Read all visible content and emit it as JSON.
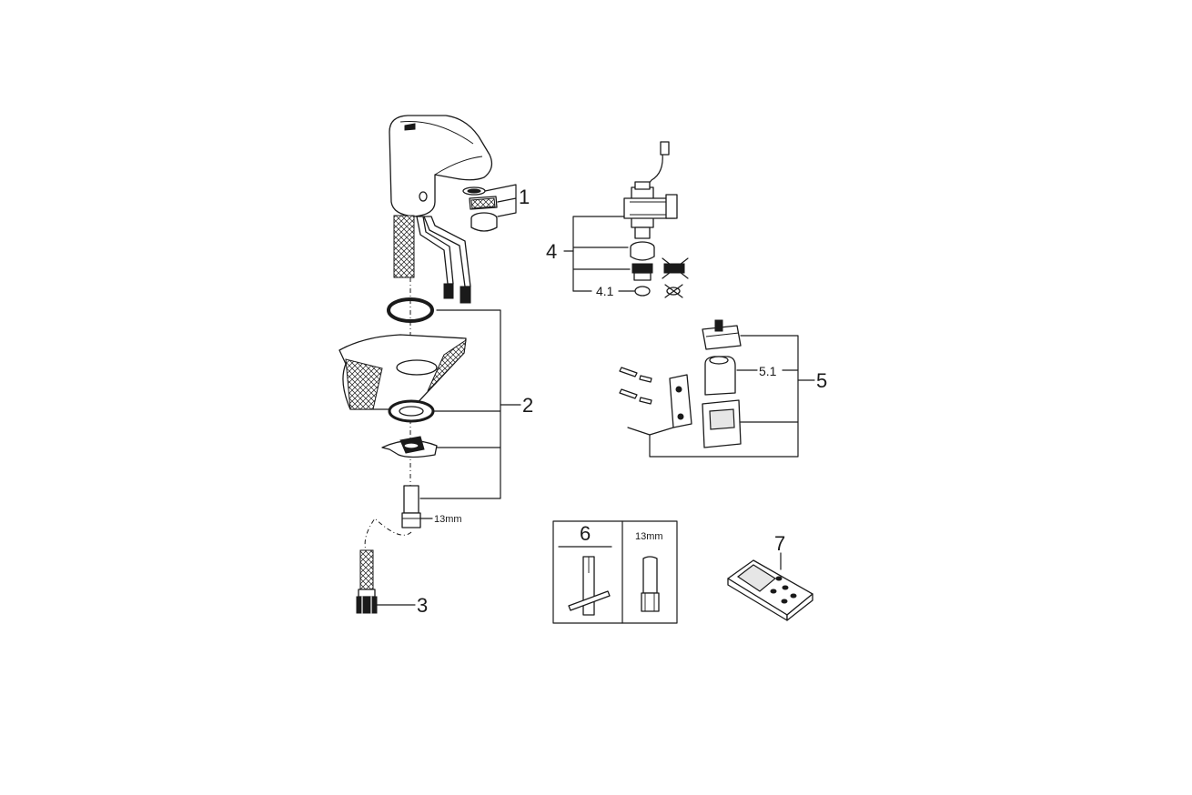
{
  "labels": {
    "part_1": "1",
    "part_2": "2",
    "part_3": "3",
    "part_4": "4",
    "part_4_1": "4.1",
    "part_5": "5",
    "part_5_1": "5.1",
    "part_6": "6",
    "part_7": "7",
    "socket_size_main": "13mm",
    "socket_size_box": "13mm"
  },
  "colors": {
    "line": "#1a1a1a",
    "background": "#ffffff",
    "fill": "#e6e6e6"
  }
}
